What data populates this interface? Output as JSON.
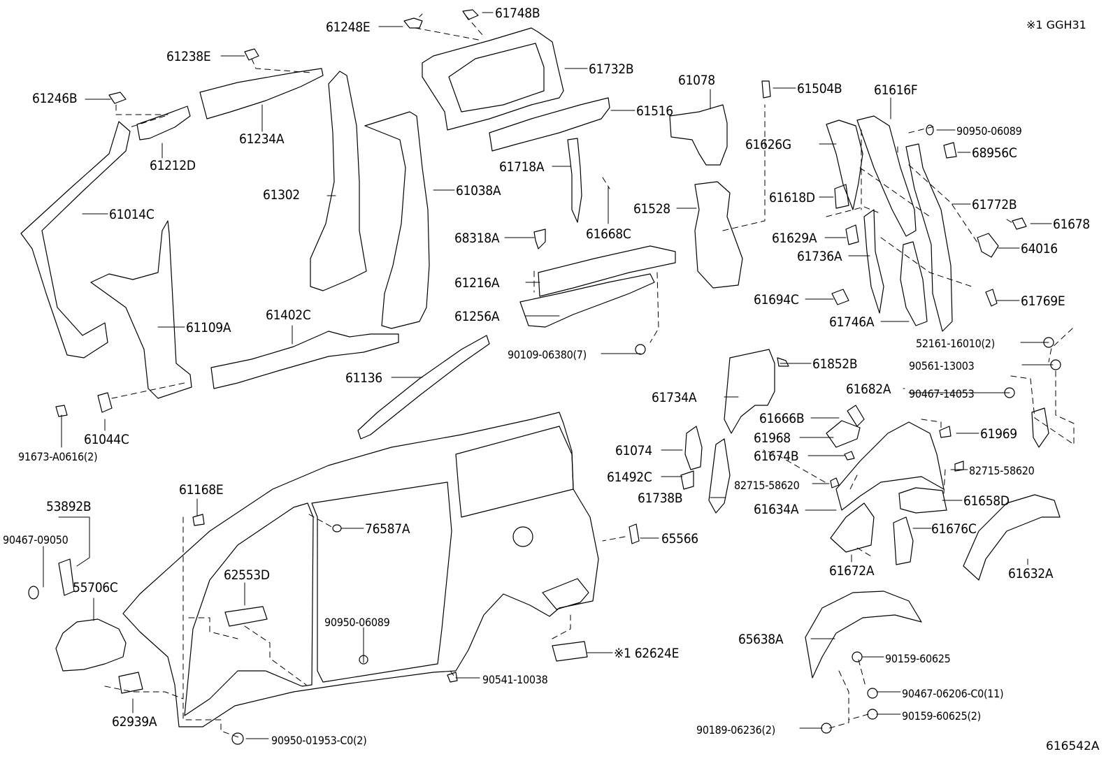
{
  "note": "※1 GGH31",
  "illustration_id": "616542A",
  "labels": {
    "p61748B": "61748B",
    "p61248E": "61248E",
    "p61732B": "61732B",
    "p61238E": "61238E",
    "p61246B": "61246B",
    "p61234A": "61234A",
    "p61212D": "61212D",
    "p61078": "61078",
    "p61516": "61516",
    "p61504B": "61504B",
    "p61616F": "61616F",
    "p90950_06089a": "90950-06089",
    "p68956C": "68956C",
    "p61626G": "61626G",
    "p61718A": "61718A",
    "p61302": "61302",
    "p61038A": "61038A",
    "p61014C": "61014C",
    "p61618D": "61618D",
    "p61772B": "61772B",
    "p61528": "61528",
    "p61678": "61678",
    "p61668C": "61668C",
    "p61629A": "61629A",
    "p64016": "64016",
    "p68318A": "68318A",
    "p61736A": "61736A",
    "p61216A": "61216A",
    "p61694C": "61694C",
    "p61769E": "61769E",
    "p61256A": "61256A",
    "p61402C": "61402C",
    "p61109A": "61109A",
    "p61746A": "61746A",
    "p52161": "52161-16010(2)",
    "p90109": "90109-06380(7)",
    "p61136": "61136",
    "p61852B": "61852B",
    "p90561": "90561-13003",
    "p61682A": "61682A",
    "p90467_14053": "90467-14053",
    "p61734A": "61734A",
    "p61666B": "61666B",
    "p61969": "61969",
    "p61968": "61968",
    "p61044C": "61044C",
    "p61074": "61074",
    "p61674B": "61674B",
    "p82715a": "82715-58620",
    "p91673": "91673-A0616(2)",
    "p61168E": "61168E",
    "p61492C": "61492C",
    "p82715b": "82715-58620",
    "p53892B": "53892B",
    "p61738B": "61738B",
    "p61634A": "61634A",
    "p61658D": "61658D",
    "p76587A": "76587A",
    "p90467_09050": "90467-09050",
    "p65566": "65566",
    "p61676C": "61676C",
    "p62553D": "62553D",
    "p55706C": "55706C",
    "p61672A": "61672A",
    "p61632A": "61632A",
    "p90950_06089b": "90950-06089",
    "p65638A": "65638A",
    "p62624E": "※1 62624E",
    "p90159a": "90159-60625",
    "p90541": "90541-10038",
    "p90467_06206": "90467-06206-C0(11)",
    "p62939A": "62939A",
    "p90159b": "90159-60625(2)",
    "p90189": "90189-06236(2)",
    "p90950_01953": "90950-01953-C0(2)"
  }
}
